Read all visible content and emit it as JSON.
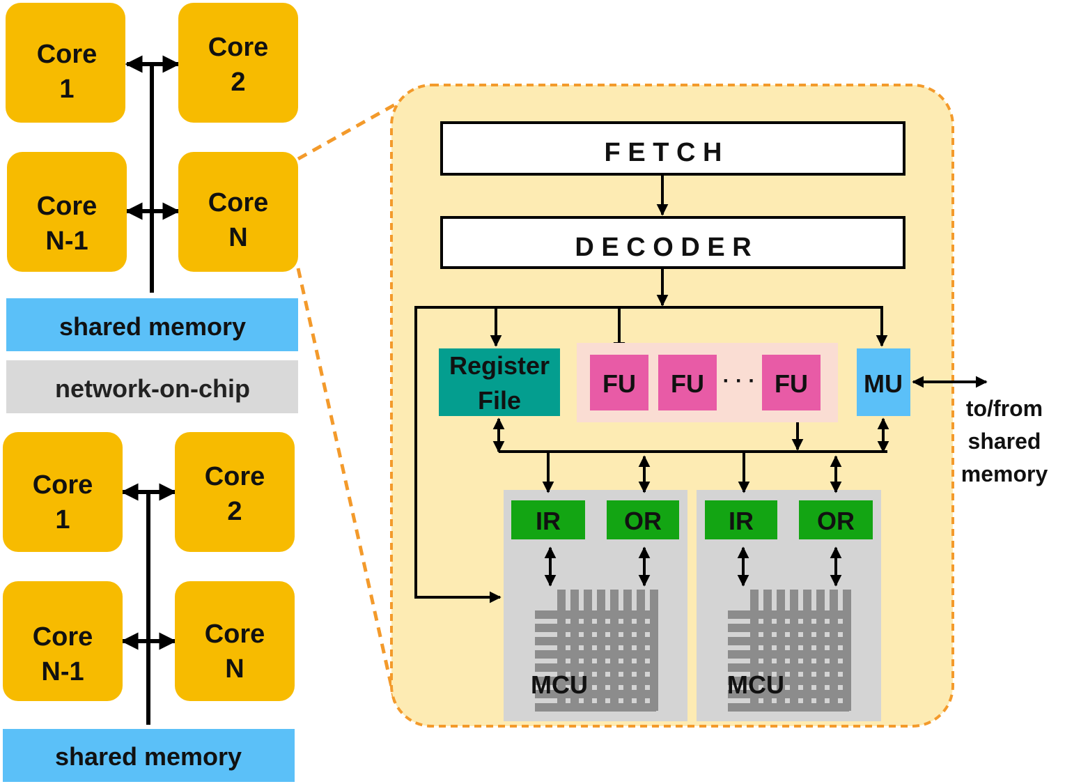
{
  "left": {
    "cluster_top": {
      "cores": [
        {
          "line1": "Core",
          "line2": "1"
        },
        {
          "line1": "Core",
          "line2": "2"
        },
        {
          "line1": "Core",
          "line2": "N-1"
        },
        {
          "line1": "Core",
          "line2": "N"
        }
      ],
      "memory_label": "shared memory"
    },
    "noc_label": "network-on-chip",
    "cluster_bottom": {
      "cores": [
        {
          "line1": "Core",
          "line2": "1"
        },
        {
          "line1": "Core",
          "line2": "2"
        },
        {
          "line1": "Core",
          "line2": "N-1"
        },
        {
          "line1": "Core",
          "line2": "N"
        }
      ],
      "memory_label": "shared memory"
    }
  },
  "core_detail": {
    "fetch_label": "F E T C H",
    "decoder_label": "D E C O D E R",
    "register_file": {
      "line1": "Register",
      "line2": "File"
    },
    "fu_labels": [
      "FU",
      "FU",
      "FU"
    ],
    "fu_ellipsis": "· · ·",
    "mu_label": "MU",
    "external": {
      "line1": "to/from",
      "line2": "shared",
      "line3": "memory"
    },
    "mcus": [
      {
        "ir": "IR",
        "or": "OR",
        "label": "MCU"
      },
      {
        "ir": "IR",
        "or": "OR",
        "label": "MCU"
      }
    ]
  },
  "colors": {
    "core": "#F7BB00",
    "shared_memory": "#5BC0F8",
    "noc": "#D9D9D9",
    "detail_bg": "#FDEBB3",
    "detail_border": "#F39A2B",
    "register_file": "#049E8F",
    "fu_group_bg": "#FADDD3",
    "fu": "#E85BA6",
    "mu": "#5BC0F8",
    "mcu_bg": "#D4D4D4",
    "ir_or": "#13A513",
    "crossbar": "#8C8C8C"
  }
}
